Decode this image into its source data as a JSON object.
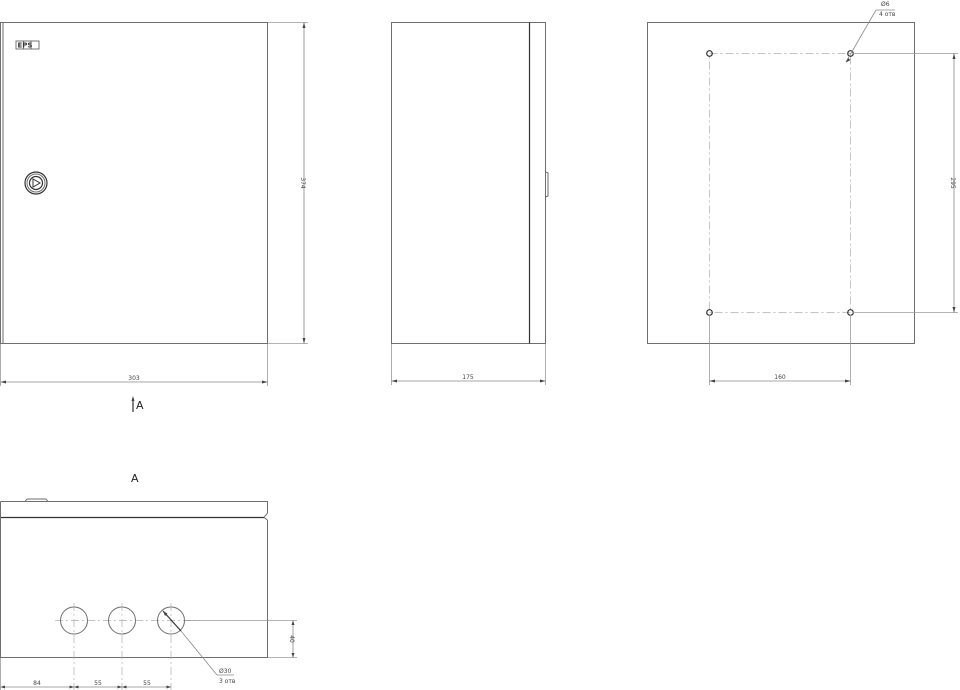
{
  "drawing": {
    "type": "technical enclosure drawing",
    "views": {
      "front": {
        "logo_text": "EPS",
        "lock_icon": "lock-play-icon",
        "dim_width": "303",
        "dim_height": "374"
      },
      "side": {
        "dim_depth": "175"
      },
      "back": {
        "hole_label_diameter": "Ø6",
        "hole_label_count": "4 отв",
        "dim_hole_horizontal": "160",
        "dim_hole_vertical": "295"
      },
      "view_marker": {
        "arrow_label": "A"
      },
      "bottom_view": {
        "title": "A",
        "gland_label_diameter": "Ø30",
        "gland_label_count": "3 отв",
        "dim_first_offset": "84",
        "dim_spacing_1": "55",
        "dim_spacing_2": "55",
        "dim_gland_height": "40"
      }
    }
  },
  "colors": {
    "line": "#6e6e6e",
    "dark_line": "#333333",
    "background": "#ffffff"
  }
}
